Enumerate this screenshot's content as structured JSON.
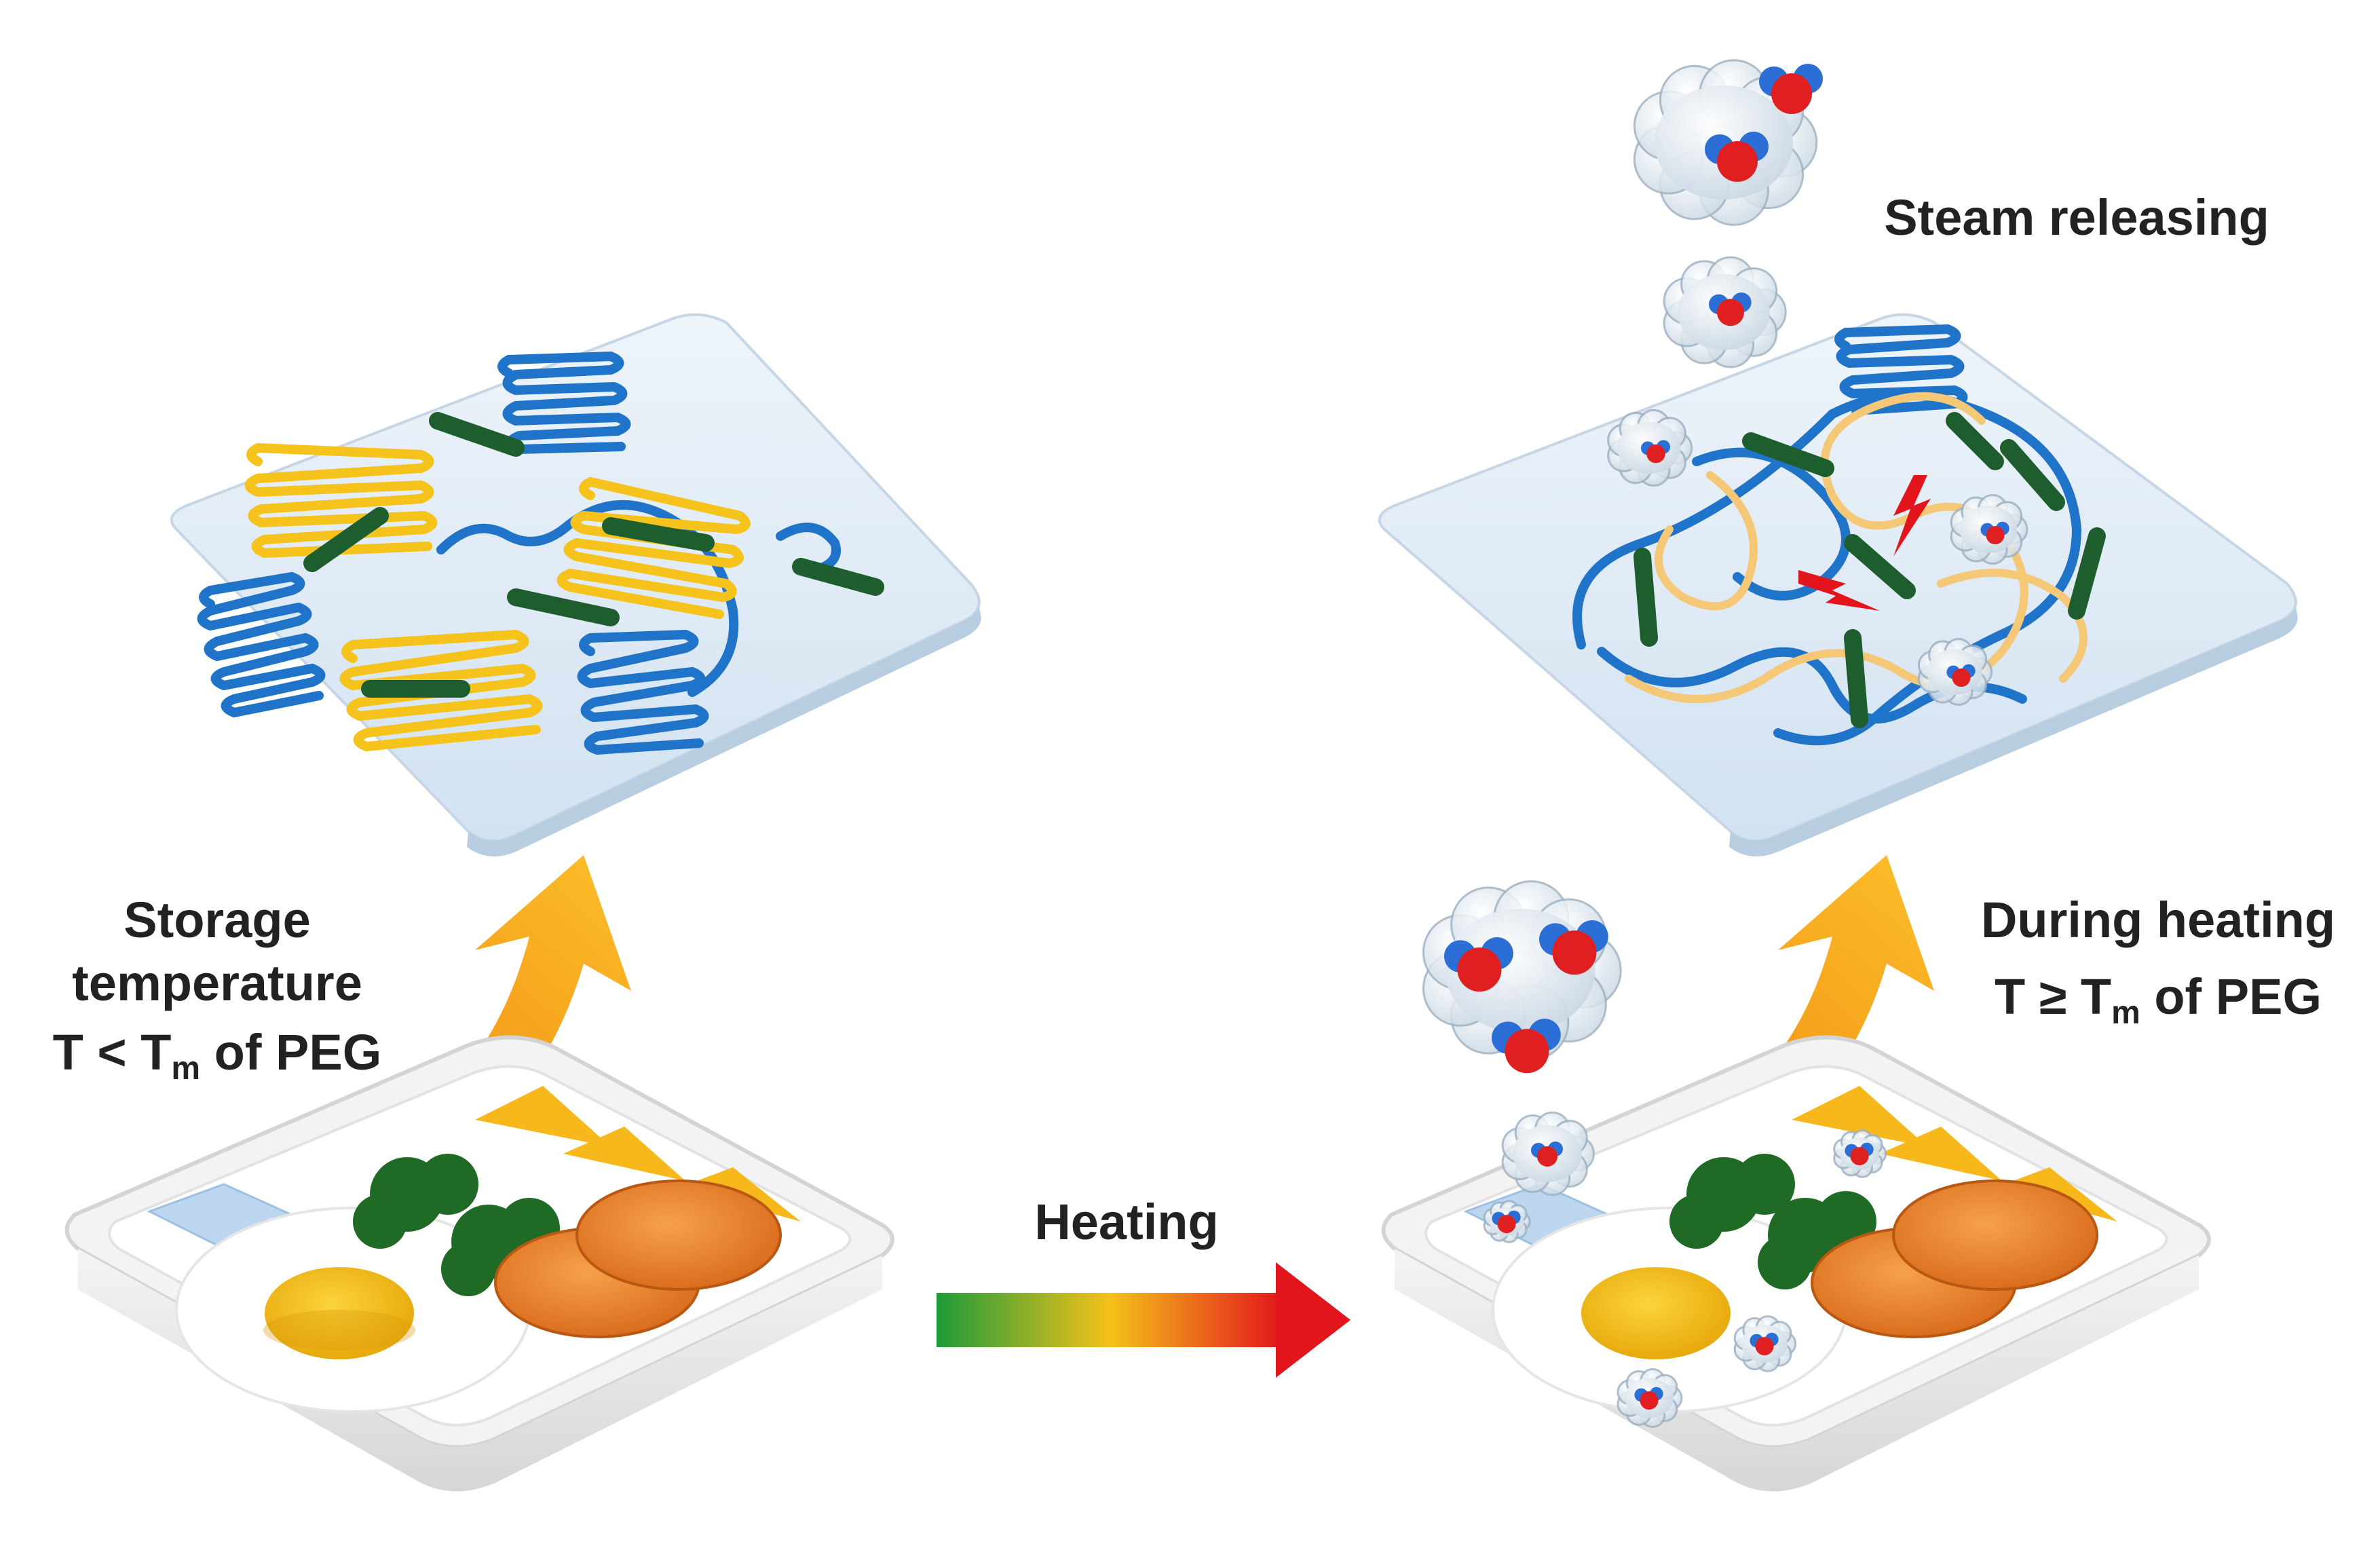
{
  "labels": {
    "storage_line1": "Storage",
    "storage_line2": "temperature",
    "storage_cond_prefix": "T < T",
    "storage_cond_sub": "m",
    "storage_cond_suffix": " of PEG",
    "heating": "Heating",
    "during_heating": "During heating",
    "heating_cond_prefix": "T ≥ T",
    "heating_cond_sub": "m",
    "heating_cond_suffix": " of PEG",
    "steam": "Steam releasing"
  },
  "colors": {
    "background": "#ffffff",
    "film": "#dde9f4",
    "blue_polymer": "#1f74c9",
    "yellow_polymer": "#f6c21c",
    "pale_yellow_polymer": "#f5c878",
    "green_rod": "#1e5e2e",
    "water_oxygen": "#e02020",
    "water_hydrogen": "#2b6fd6",
    "arrow_orange": "#f6a31d",
    "gradient_start": "#1e9a3a",
    "gradient_mid": "#f4c21a",
    "gradient_end": "#e3151c"
  },
  "icons": [
    "crystalline-film-icon",
    "amorphous-film-icon",
    "food-tray-icon",
    "steam-cloud-icon",
    "water-molecule-icon",
    "heating-arrow-icon",
    "rising-arrow-icon"
  ]
}
